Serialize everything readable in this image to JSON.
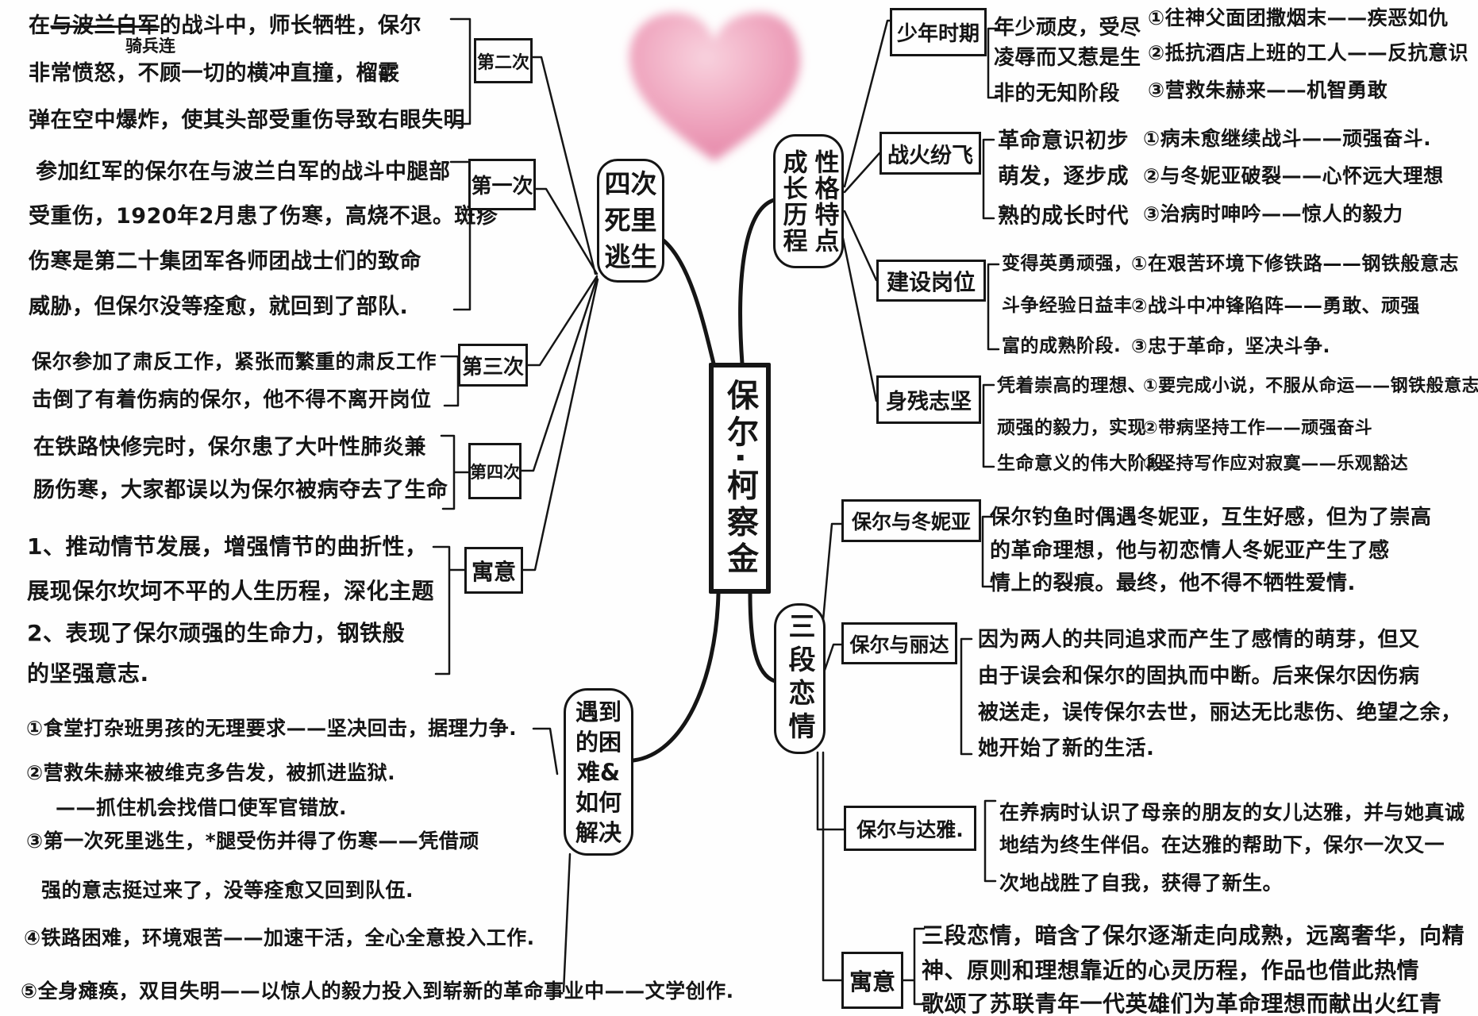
{
  "center": {
    "title": "保尔·柯察金"
  },
  "near_death": {
    "label_rows": [
      "四次",
      "死里",
      "逃生"
    ],
    "items": [
      {
        "label": "第二次",
        "line_1": {
          "before": "在",
          "struck": "与波兰白军",
          "after": "的战斗中，师长牺牲，保尔"
        },
        "insertion": "骑兵连",
        "lines": [
          "非常愤怒，不顾一切的横冲直撞，榴霰",
          "弹在空中爆炸，使其头部受重伤导致右眼失明"
        ]
      },
      {
        "label": "第一次",
        "lines": [
          "参加红军的保尔在与波兰白军的战斗中腿部",
          "受重伤，1920年2月患了伤寒，高烧不退。斑疹",
          "伤寒是第二十集团军各师团战士们的致命",
          "威胁，但保尔没等痊愈，就回到了部队."
        ]
      },
      {
        "label": "第三次",
        "lines": [
          "保尔参加了肃反工作，紧张而繁重的肃反工作",
          "击倒了有着伤病的保尔，他不得不离开岗位"
        ]
      },
      {
        "label": "第四次",
        "lines": [
          "在铁路快修完时，保尔患了大叶性肺炎兼",
          "肠伤寒，大家都误以为保尔被病夺去了生命"
        ]
      },
      {
        "label": "寓意",
        "lines": [
          "1、推动情节发展，增强情节的曲折性，",
          "展现保尔坎坷不平的人生历程，深化主题",
          "2、表现了保尔顽强的生命力，钢铁般",
          "的坚强意志."
        ]
      }
    ]
  },
  "difficulties": {
    "label_rows": [
      "遇到",
      "的困",
      "难&",
      "如何",
      "解决"
    ],
    "lines": [
      "①食堂打杂班男孩的无理要求——坚决回击，据理力争.",
      "②营救朱赫来被维克多告发，被抓进监狱.",
      "——抓住机会找借口使军官错放.",
      "③第一次死里逃生，*腿受伤并得了伤寒——凭借顽",
      "强的意志挺过来了，没等痊愈又回到队伍.",
      "④铁路困难，环境艰苦——加速干活，全心全意投入工作.",
      "⑤全身瘫痪，双目失明——以惊人的毅力投入到崭新的革命事业中——文学创作."
    ]
  },
  "growth": {
    "label_cols": "性格特点\n成长历程",
    "stages": [
      {
        "label": "少年时期",
        "summary": [
          "年少顽皮，受尽",
          "凌辱而又惹是生",
          "非的无知阶段"
        ],
        "traits": [
          "①往神父面团撒烟末——疾恶如仇",
          "②抵抗酒店上班的工人——反抗意识",
          "③营救朱赫来——机智勇敢"
        ]
      },
      {
        "label": "战火纷飞",
        "summary": [
          "革命意识初步",
          "萌发，逐步成",
          "熟的成长时代"
        ],
        "traits": [
          "①病未愈继续战斗——顽强奋斗.",
          "②与冬妮亚破裂——心怀远大理想",
          "③治病时呻吟——惊人的毅力"
        ]
      },
      {
        "label": "建设岗位",
        "summary": [
          "变得英勇顽强，",
          "斗争经验日益丰",
          "富的成熟阶段."
        ],
        "traits": [
          "①在艰苦环境下修铁路——钢铁般意志",
          "②战斗中冲锋陷阵——勇敢、顽强",
          "③忠于革命，坚决斗争."
        ]
      },
      {
        "label": "身残志坚",
        "summary": [
          "凭着崇高的理想、",
          "顽强的毅力，实现",
          "生命意义的伟大阶段."
        ],
        "traits": [
          "①要完成小说，不服从命运——钢铁般意志",
          "②带病坚持工作——顽强奋斗",
          "③坚持写作应对寂寞——乐观豁达"
        ]
      }
    ]
  },
  "romance": {
    "label": "三段恋情",
    "items": [
      {
        "label": "保尔与冬妮亚",
        "lines": [
          "保尔钓鱼时偶遇冬妮亚，互生好感，但为了崇高",
          "的革命理想，他与初恋情人冬妮亚产生了感",
          "情上的裂痕。最终，他不得不牺牲爱情."
        ]
      },
      {
        "label": "保尔与丽达",
        "lines": [
          "因为两人的共同追求而产生了感情的萌芽，但又",
          "由于误会和保尔的固执而中断。后来保尔因伤病",
          "被送走，误传保尔去世，丽达无比悲伤、绝望之余，",
          "她开始了新的生活."
        ]
      },
      {
        "label": "保尔与达雅.",
        "lines": [
          "在养病时认识了母亲的朋友的女儿达雅，并与她真诚",
          "地结为终生伴侣。在达雅的帮助下，保尔一次又一",
          "次地战胜了自我，获得了新生。"
        ]
      },
      {
        "label": "寓意",
        "lines": [
          "三段恋情，暗含了保尔逐渐走向成熟，远离奢华，向精",
          "神、原则和理想靠近的心灵历程，作品也借此热情",
          "歌颂了苏联青年一代英雄们为革命理想而献出火红青"
        ]
      }
    ]
  },
  "decoration": {
    "heart_color": "#eb93b2",
    "heart_light": "#f7c9d8",
    "ink_color": "#151515"
  }
}
